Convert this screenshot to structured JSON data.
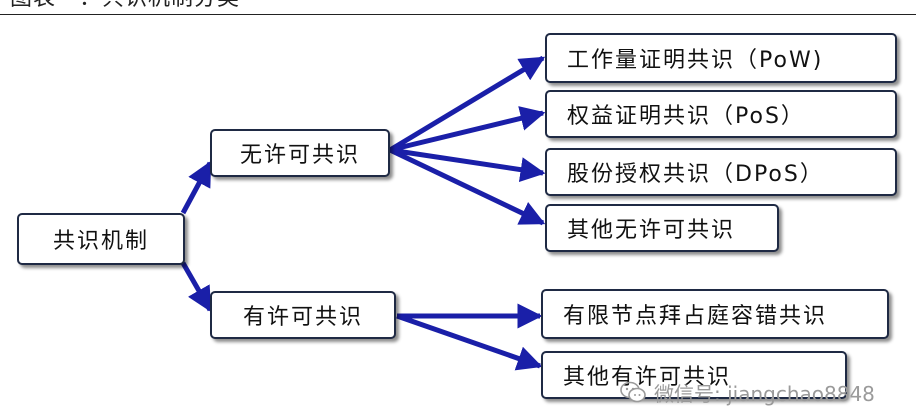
{
  "header": {
    "caption": "图表一：共识机制分类"
  },
  "diagram": {
    "root": "共识机制",
    "branches": [
      {
        "label": "无许可共识",
        "children": [
          "工作量证明共识（PoW)",
          "权益证明共识（PoS）",
          "股份授权共识（DPoS）",
          "其他无许可共识"
        ]
      },
      {
        "label": "有许可共识",
        "children": [
          "有限节点拜占庭容错共识",
          "其他有许可共识"
        ]
      }
    ]
  },
  "colors": {
    "arrow": "#1a1fa8",
    "border": "#1f2a44"
  },
  "watermark": {
    "text": "微信号: jiangchao8848",
    "icon": "wechat-icon"
  }
}
